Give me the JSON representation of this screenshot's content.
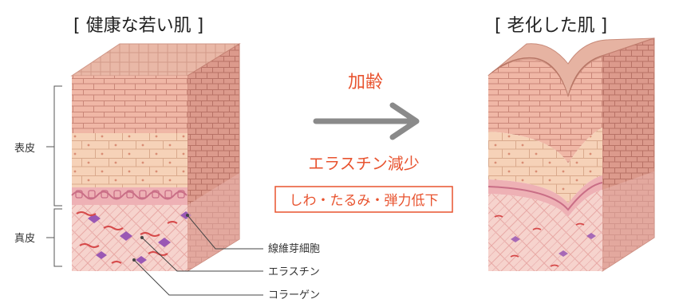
{
  "titles": {
    "healthy": "[ 健康な若い肌 ]",
    "aged": "[ 老化した肌 ]"
  },
  "arrow": {
    "label": "加齢",
    "effect": "エラスチン減少",
    "result": "しわ・たるみ・弾力低下"
  },
  "layers": {
    "epidermis": "表皮",
    "dermis": "真皮"
  },
  "callouts": {
    "fibroblast": "線維芽細胞",
    "elastin": "エラスチン",
    "collagen": "コラーゲン"
  },
  "colors": {
    "accent": "#e8532f",
    "arrow": "#8a8a8a",
    "skin_top": "#e9b3a4",
    "skin_side": "#d9968a",
    "epidermis": "#f2c9b4",
    "dermis": "#f4cdc7",
    "cells": "#9a58b4",
    "elastin": "#d64a4a"
  }
}
